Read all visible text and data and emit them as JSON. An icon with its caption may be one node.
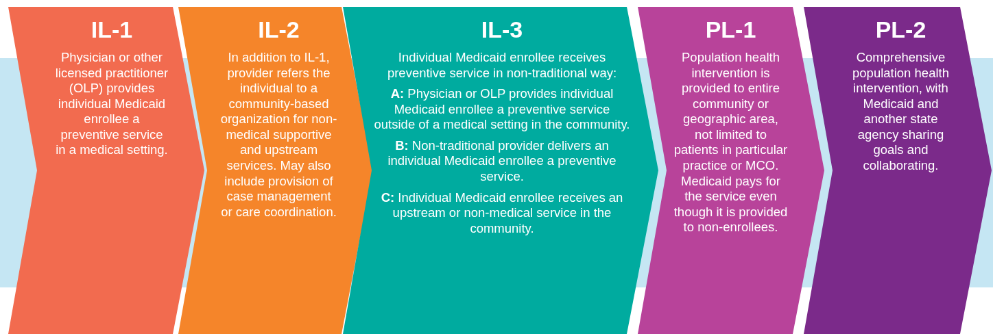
{
  "diagram": {
    "nodes": [
      {
        "text": [
          "IL-1",
          "Physician or other licensed practitioner (OLP) provides individual Medicaid enrollee a preventive service in a medical setting."
        ]
      },
      {
        "text": [
          "IL-2",
          "In addition to IL-1, provider refers the individual to a community-based organization for non-medical supportive and upstream services. May also include provision of case management or care coordination."
        ]
      },
      {
        "text": [
          "IL-3",
          "Individual Medicaid enrollee receives preventive service in non-traditional way:",
          "**A:** Physician or OLP provides individual Medicaid enrollee a preventive service outside of a medical setting in the community.",
          "**B:** Non-traditional provider delivers an individual Medicaid enrollee a preventive service.",
          "**C:** Individual Medicaid enrollee receives an upstream or non-medical service in the community."
        ]
      },
      {
        "text": [
          "PL-1",
          "Population health intervention is provided to entire community or geographic area, not limited to patients in particular practice or MCO. Medicaid pays for the service even though it is provided to non-enrollees."
        ]
      },
      {
        "text": [
          "PL-2",
          "Comprehensive population health intervention, with Medicaid and another state agency sharing goals and collaborating."
        ]
      }
    ],
    "edges": []
  }
}
